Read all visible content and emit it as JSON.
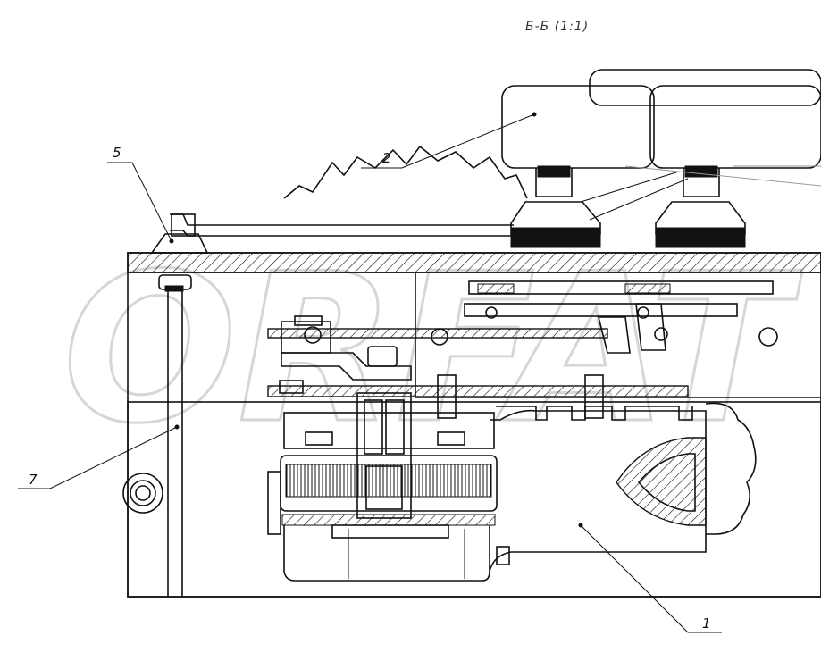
{
  "section_title": "Б-Б (1:1)",
  "watermark": "ORFAT",
  "callouts": {
    "c1": "1",
    "c2": "2",
    "c5": "5",
    "c7": "7"
  }
}
